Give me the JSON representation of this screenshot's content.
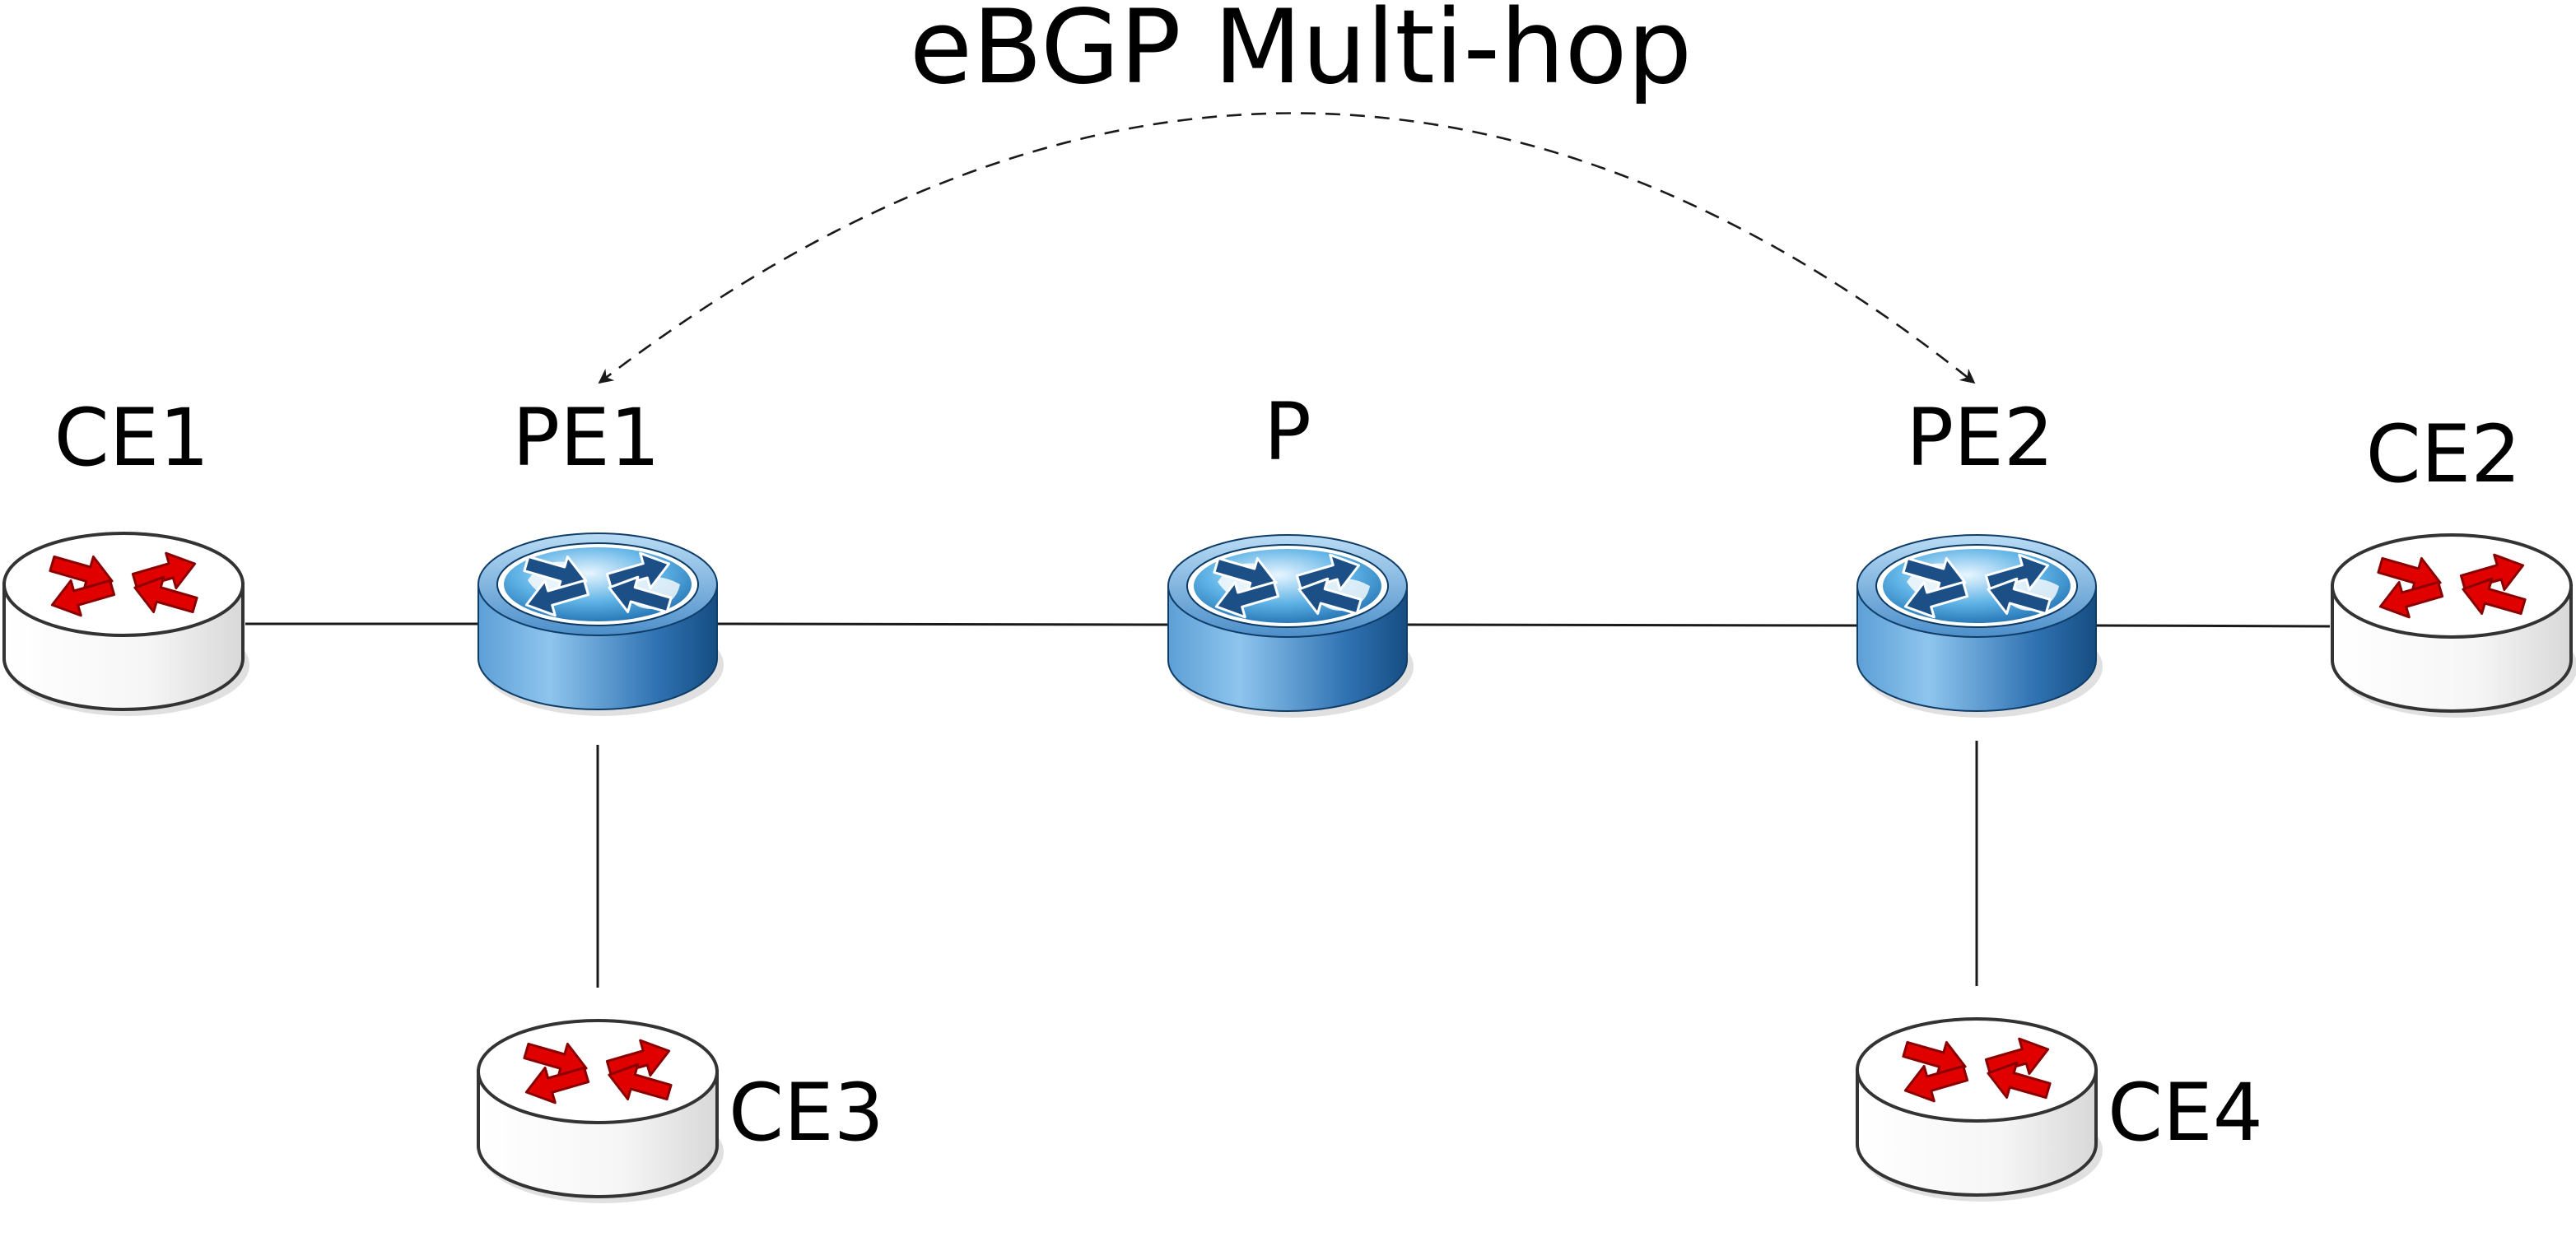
{
  "title": "eBGP Multi-hop",
  "colors": {
    "provider_body_light": "#7ab8e6",
    "provider_body_dark": "#1b5a94",
    "customer_body": "#ffffff",
    "customer_arrow": "#e00000",
    "line": "#1a1a1a",
    "text": "#000000"
  },
  "nodes": [
    {
      "id": "CE1",
      "label": "CE1",
      "role": "customer",
      "icon": "router-icon"
    },
    {
      "id": "PE1",
      "label": "PE1",
      "role": "provider",
      "icon": "router-globe-icon"
    },
    {
      "id": "P",
      "label": "P",
      "role": "provider",
      "icon": "router-globe-icon"
    },
    {
      "id": "PE2",
      "label": "PE2",
      "role": "provider",
      "icon": "router-globe-icon"
    },
    {
      "id": "CE2",
      "label": "CE2",
      "role": "customer",
      "icon": "router-icon"
    },
    {
      "id": "CE3",
      "label": "CE3",
      "role": "customer",
      "icon": "router-icon"
    },
    {
      "id": "CE4",
      "label": "CE4",
      "role": "customer",
      "icon": "router-icon"
    }
  ],
  "links": [
    {
      "from": "CE1",
      "to": "PE1",
      "style": "solid"
    },
    {
      "from": "PE1",
      "to": "P",
      "style": "solid"
    },
    {
      "from": "P",
      "to": "PE2",
      "style": "solid"
    },
    {
      "from": "PE2",
      "to": "CE2",
      "style": "solid"
    },
    {
      "from": "PE1",
      "to": "CE3",
      "style": "solid"
    },
    {
      "from": "PE2",
      "to": "CE4",
      "style": "solid"
    }
  ],
  "session": {
    "from": "PE1",
    "to": "PE2",
    "style": "dashed",
    "arrows": "both"
  }
}
